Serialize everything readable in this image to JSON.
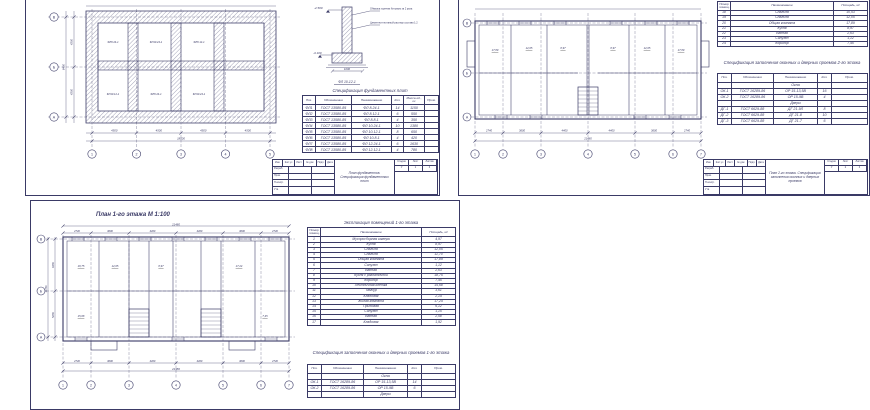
{
  "page": {
    "bg": "#ffffff",
    "ink": "#3a3a66"
  },
  "tb": {
    "header_cells": [
      "Изм.",
      "Кол.уч",
      "Лист",
      "№ док.",
      "Подп.",
      "Дата"
    ],
    "staff": [
      "Разраб.",
      "Пров.",
      "Н.контр.",
      "Утв."
    ],
    "stage_label": "Стадия",
    "sheet_label": "Лист",
    "sheets_label": "Листов"
  },
  "sheet1": {
    "axes_numbers": [
      "1",
      "2",
      "3",
      "4",
      "5"
    ],
    "axes_letters": [
      "В",
      "Б",
      "А"
    ],
    "plate_labels": [
      "ФЛ8.24-1",
      "ФЛ10.24-1",
      "ФЛ8.12-1",
      "ФЛ10.12-1",
      "ФЛ8.24-1",
      "ФЛ10.24-1"
    ],
    "dims": {
      "bottom": [
        "4500",
        "4500",
        "4500",
        "4500"
      ],
      "overall_bottom": "18000",
      "left": [
        "4200",
        "4200"
      ],
      "overall_left": "8400"
    },
    "detail": {
      "elev_top": "-2.500",
      "elev_bottom": "-3.100",
      "ann1": "Обмазка горячим битумом за 2 раза",
      "ann2": "Цементно-песчаный раствор состава 1:2",
      "width_dim": "1000",
      "caption": "ФЛ 10-12-1"
    },
    "spec": {
      "title": "Спецификация фундаментных плит",
      "headers": [
        "Поз.",
        "Обозначение",
        "Наименование",
        "Кол.",
        "Масса ед., кг",
        "Прим."
      ],
      "rows": [
        [
          "ФЛ1",
          "ГОСТ 13580-85",
          "ФЛ 8.24-1",
          "14",
          "1150",
          ""
        ],
        [
          "ФЛ2",
          "ГОСТ 13580-85",
          "ФЛ 8.12-1",
          "6",
          "550",
          ""
        ],
        [
          "ФЛ3",
          "ГОСТ 13580-85",
          "ФЛ 8.8-1",
          "4",
          "350",
          ""
        ],
        [
          "ФЛ4",
          "ГОСТ 13580-85",
          "ФЛ 10.24-1",
          "10",
          "1380",
          ""
        ],
        [
          "ФЛ5",
          "ГОСТ 13580-85",
          "ФЛ 10.12-1",
          "8",
          "650",
          ""
        ],
        [
          "ФЛ6",
          "ГОСТ 13580-85",
          "ФЛ 10.8-1",
          "4",
          "420",
          ""
        ],
        [
          "ФЛ7",
          "ГОСТ 13580-85",
          "ФЛ 12.24-1",
          "6",
          "1630",
          ""
        ],
        [
          "ФЛ8",
          "ГОСТ 13580-85",
          "ФЛ 12.12-1",
          "4",
          "780",
          ""
        ]
      ]
    },
    "tb_title": "План фундаментов. Спецификация фундаментных плит",
    "tb_stage": "У",
    "tb_sheet": "1",
    "tb_sheets": "3"
  },
  "sheet2": {
    "axes_numbers": [
      "1",
      "2",
      "3",
      "4",
      "5",
      "6",
      "7"
    ],
    "axes_letters": [
      "В",
      "Б",
      "А"
    ],
    "room_areas": [
      "17,89",
      "12,05",
      "8,97",
      "8,97",
      "12,05",
      "17,89"
    ],
    "dims": {
      "bottom": [
        "2740",
        "3600",
        "4400",
        "4400",
        "3600",
        "2740"
      ],
      "overall_bottom": "21480"
    },
    "expl": {
      "headers": [
        "Номер помещ.",
        "Наименование",
        "Площадь, м²"
      ],
      "rows": [
        [
          "18",
          "Спальня",
          "10,53"
        ],
        [
          "19",
          "Спальня",
          "12,05"
        ],
        [
          "20",
          "Общая комната",
          "17,89"
        ],
        [
          "21",
          "Кухня",
          "8,97"
        ],
        [
          "22",
          "Ванная",
          "2,63"
        ],
        [
          "23",
          "Санузел",
          "1,12"
        ],
        [
          "24",
          "Коридор",
          "7,45"
        ]
      ]
    },
    "spec": {
      "title": "Спецификация заполнения оконных и дверных проемов 2-го этажа",
      "headers": [
        "Поз.",
        "Обозначение",
        "Наименование",
        "Кол.",
        "Прим."
      ],
      "rows": [
        [
          "",
          "",
          "Окна",
          "",
          ""
        ],
        [
          "ОК-1",
          "ГОСТ 16289-86",
          "ОР 15-13,5В",
          "16",
          ""
        ],
        [
          "ОК-2",
          "ГОСТ 16289-86",
          "ОР 15-9В",
          "4",
          ""
        ],
        [
          "",
          "",
          "Двери",
          "",
          ""
        ],
        [
          "ДГ-1",
          "ГОСТ 6629-88",
          "ДГ 21-9Л",
          "8",
          ""
        ],
        [
          "ДГ-2",
          "ГОСТ 6629-88",
          "ДГ 21-8",
          "10",
          ""
        ],
        [
          "ДГ-3",
          "ГОСТ 6629-88",
          "ДГ 21-7",
          "6",
          ""
        ]
      ]
    },
    "tb_title": "План 2-го этажа. Спецификация заполнения оконных и дверных проемов",
    "tb_stage": "У",
    "tb_sheet": "2",
    "tb_sheets": "3"
  },
  "sheet3": {
    "plan_title": "План 1-го этажа М 1:100",
    "axes_numbers": [
      "1",
      "2",
      "3",
      "4",
      "5",
      "6",
      "7"
    ],
    "axes_letters": [
      "В",
      "Б",
      "А"
    ],
    "room_areas": [
      "18,75",
      "12,05",
      "8,97",
      "17,24",
      "15,68",
      "7,45"
    ],
    "dims": {
      "top": [
        "2740",
        "3600",
        "4400",
        "4400",
        "3600",
        "2740"
      ],
      "overall_top": "21480",
      "left": [
        "6480",
        "5280"
      ],
      "overall_left": "11760"
    },
    "expl": {
      "title": "Экспликация помещений 1-го этажа",
      "headers": [
        "Номер помещ.",
        "Наименование",
        "Площадь, м²"
      ],
      "rows": [
        [
          "1",
          "Мусоросборная камера",
          "4,97"
        ],
        [
          "2",
          "Кухня",
          "8,97"
        ],
        [
          "3",
          "Спальня",
          "12,05"
        ],
        [
          "4",
          "Спальня",
          "11,70"
        ],
        [
          "5",
          "Общая комната",
          "17,89"
        ],
        [
          "6",
          "Санузел",
          "1,12"
        ],
        [
          "7",
          "Ванная",
          "2,63"
        ],
        [
          "8",
          "Кухня с раздаточной",
          "18,75"
        ],
        [
          "9",
          "Коридор",
          "7,45"
        ],
        [
          "10",
          "Лестничная клетка",
          "15,68"
        ],
        [
          "11",
          "Тамбур",
          "3,61"
        ],
        [
          "12",
          "Кладовая",
          "2,14"
        ],
        [
          "13",
          "Жилая комната",
          "17,24"
        ],
        [
          "14",
          "Прихожая",
          "6,12"
        ],
        [
          "15",
          "Санузел",
          "1,15"
        ],
        [
          "16",
          "Ванная",
          "2,58"
        ],
        [
          "17",
          "Кладовая",
          "1,92"
        ]
      ]
    },
    "spec": {
      "title": "Спецификация заполнения оконных и дверных проемов 1-го этажа",
      "headers": [
        "Поз.",
        "Обозначение",
        "Наименование",
        "Кол.",
        "Прим."
      ],
      "rows": [
        [
          "",
          "",
          "Окна",
          "",
          ""
        ],
        [
          "ОК-1",
          "ГОСТ 16289-86",
          "ОР 15-13,5В",
          "14",
          ""
        ],
        [
          "ОК-2",
          "ГОСТ 16289-86",
          "ОР 15-9В",
          "6",
          ""
        ],
        [
          "",
          "",
          "Двери",
          "",
          ""
        ]
      ]
    }
  }
}
